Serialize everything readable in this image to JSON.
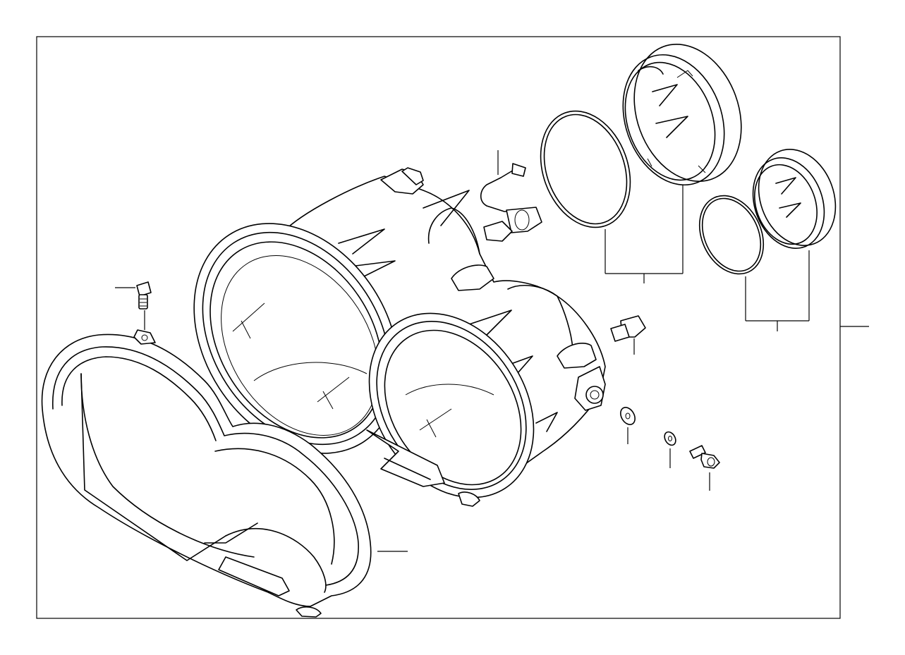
{
  "diagram": {
    "type": "exploded-parts-diagram",
    "background": "#ffffff",
    "line_color": "#000000",
    "parts": [
      "headlight-housing-twin",
      "headlight-trim-frame",
      "frame-screw",
      "bulb-with-wire",
      "seal-ring-large",
      "low-beam-reflector-insert",
      "seal-ring-small",
      "high-beam-reflector-insert",
      "parking-light-bulb",
      "washer",
      "spring-washer",
      "mounting-screw"
    ]
  }
}
